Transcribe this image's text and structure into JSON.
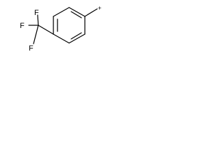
{
  "structure": {
    "atoms": {
      "fluorine_top": "F",
      "fluorine_left": "F",
      "fluorine_bottom": "F"
    },
    "charge": "+"
  }
}
